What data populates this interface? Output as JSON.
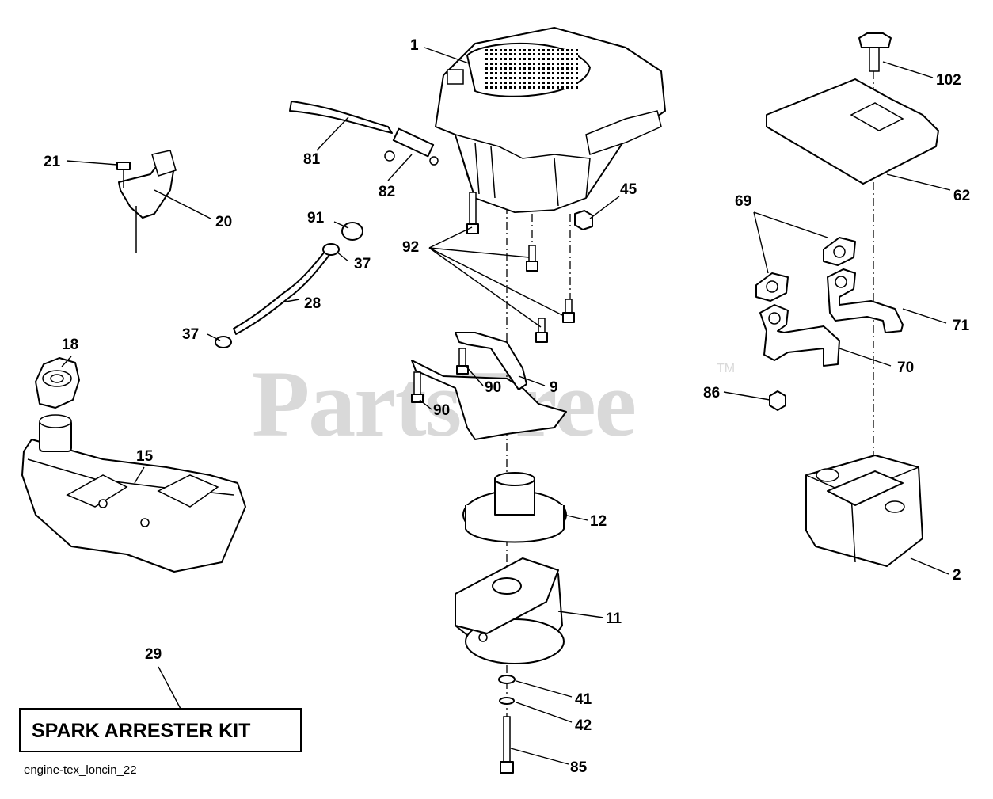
{
  "watermark": {
    "text": "PartsTree",
    "tm": "TM"
  },
  "kit_label": "SPARK ARRESTER KIT",
  "diagram_id": "engine-tex_loncin_22",
  "callouts": {
    "c1": "1",
    "c102": "102",
    "c21": "21",
    "c20": "20",
    "c81": "81",
    "c82": "82",
    "c45": "45",
    "c62": "62",
    "c69": "69",
    "c91": "91",
    "c37a": "37",
    "c92": "92",
    "c28": "28",
    "c37b": "37",
    "c71": "71",
    "c18": "18",
    "c90a": "90",
    "c9": "9",
    "c70": "70",
    "c86": "86",
    "c90b": "90",
    "c15": "15",
    "c12": "12",
    "c2": "2",
    "c11": "11",
    "c29": "29",
    "c41": "41",
    "c42": "42",
    "c85": "85"
  }
}
